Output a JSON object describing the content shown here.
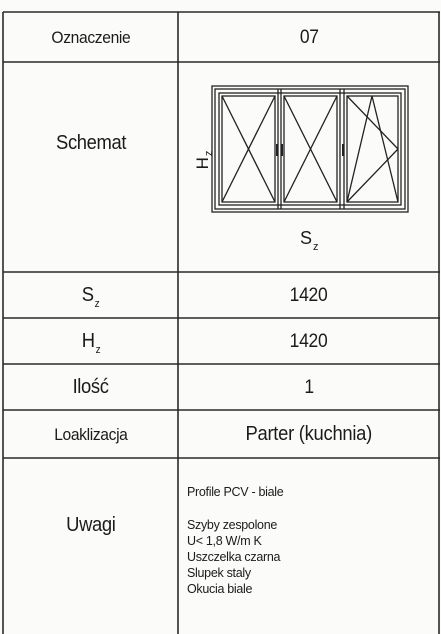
{
  "rows": {
    "oznaczenie": {
      "label": "Oznaczenie",
      "value": "07"
    },
    "schemat": {
      "label": "Schemat",
      "h_label": "H",
      "h_sub": "z",
      "s_label": "S",
      "s_sub": "z"
    },
    "sz": {
      "label": "S",
      "label_sub": "z",
      "value": "1420"
    },
    "hz": {
      "label": "H",
      "label_sub": "z",
      "value": "1420"
    },
    "ilosc": {
      "label": "Ilość",
      "value": "1"
    },
    "lokalizacja": {
      "label": "Loaklizacja",
      "value": "Parter (kuchnia)"
    },
    "uwagi": {
      "label": "Uwagi",
      "notes": {
        "line1": "Profile PCV - biale",
        "line2": "Szyby zespolone",
        "line3": "U< 1,8 W/m  K",
        "line4": "Uszczelka czarna",
        "line5": "Slupek staly",
        "line6": "Okucia biale"
      }
    }
  }
}
